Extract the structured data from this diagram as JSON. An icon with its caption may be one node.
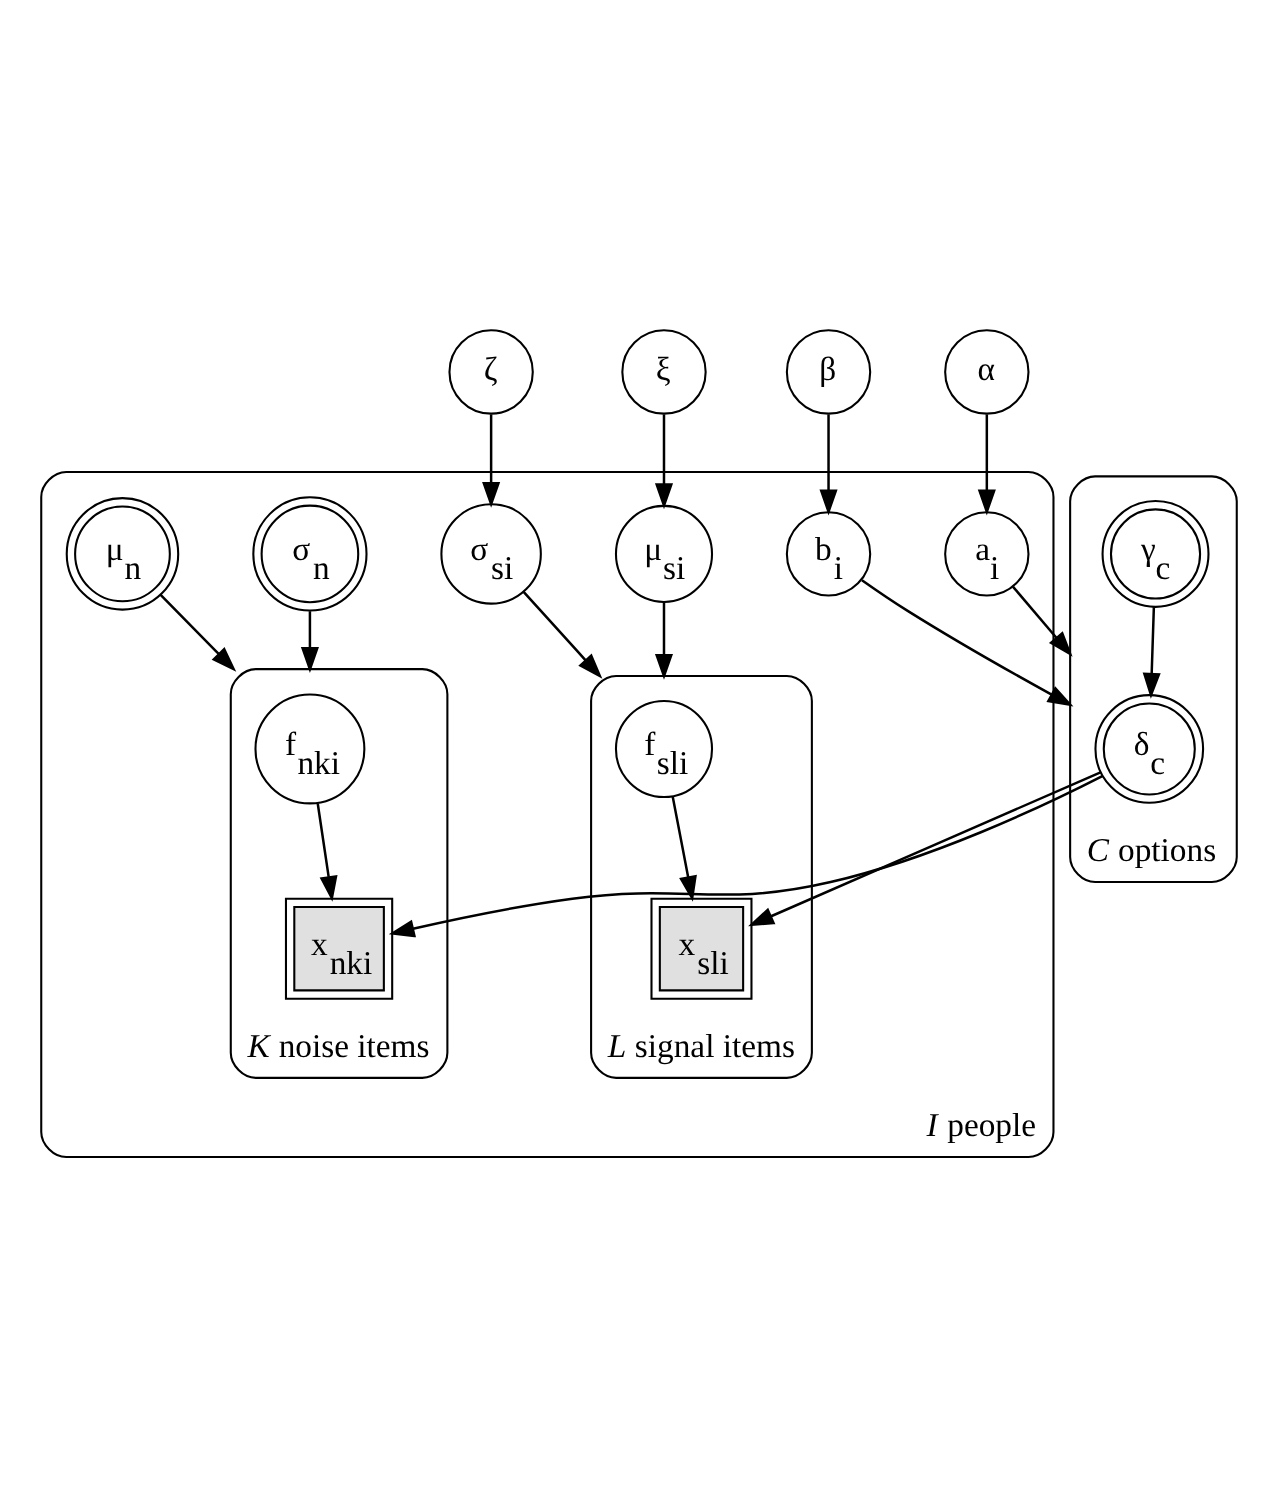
{
  "diagram": {
    "nodes": [
      {
        "text": [
          "α"
        ]
      },
      {
        "text": [
          "β"
        ]
      },
      {
        "text": [
          "ξ"
        ]
      },
      {
        "text": [
          "ζ"
        ]
      },
      {
        "text": [
          "*I* people"
        ]
      },
      {
        "text": [
          "μ$_{n}$"
        ],
        "in": 4
      },
      {
        "text": [
          "σ$_{n}$"
        ],
        "in": 4
      },
      {
        "text": [
          "μ$_{si}$"
        ],
        "in": 4
      },
      {
        "text": [
          "σ$_{si}$"
        ],
        "in": 4
      },
      {
        "text": [
          "*K* noise items"
        ],
        "in": 4
      },
      {
        "text": [
          "f$_{nki}$"
        ],
        "in": 9
      },
      {
        "text": [
          "x$_{nki}$"
        ],
        "in": 9
      },
      {
        "text": [
          "a$_{i}$"
        ],
        "in": 4
      },
      {
        "text": [
          "b$_{i}$"
        ],
        "in": 4
      },
      {
        "text": [
          "*C* options"
        ]
      },
      {
        "text": [
          "δ$_{c}$"
        ],
        "in": 14
      },
      {
        "text": [
          "*L* signal items"
        ],
        "in": 4
      },
      {
        "text": [
          "f$_{sli}$"
        ],
        "in": 16
      },
      {
        "text": [
          "x$_{sli}$"
        ],
        "in": 16
      },
      {
        "text": [
          "γ$_{c}$"
        ],
        "in": 14
      }
    ],
    "edges": [
      {
        "from": 0,
        "to": 12,
        "arrow": "to"
      },
      {
        "from": 1,
        "to": 13,
        "arrow": "to"
      },
      {
        "from": 2,
        "to": 7,
        "arrow": "to"
      },
      {
        "from": 3,
        "to": 8,
        "arrow": "to"
      },
      {
        "from": 5,
        "to": 9,
        "arrow": "to"
      },
      {
        "from": 6,
        "to": 9,
        "arrow": "to"
      },
      {
        "from": 7,
        "to": 16,
        "arrow": "to"
      },
      {
        "from": 8,
        "to": 16,
        "arrow": "to"
      },
      {
        "from": 10,
        "to": 11,
        "arrow": "to"
      },
      {
        "from": 12,
        "to": 14,
        "arrow": "to"
      },
      {
        "from": 13,
        "to": 14,
        "arrow": "to"
      },
      {
        "from": 17,
        "to": 18,
        "arrow": "to"
      },
      {
        "from": 15,
        "to": 11,
        "arrow": "to"
      },
      {
        "from": 15,
        "to": 18,
        "arrow": "to"
      },
      {
        "from": 19,
        "to": 15,
        "arrow": "to"
      }
    ]
  }
}
